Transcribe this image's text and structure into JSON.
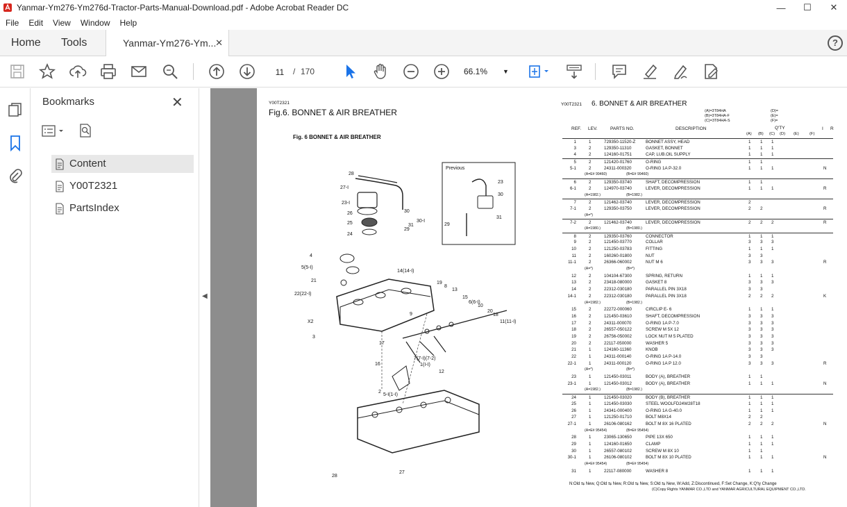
{
  "window": {
    "title": "Yanmar-Ym276-Ym276d-Tractor-Parts-Manual-Download.pdf - Adobe Acrobat Reader DC",
    "controls": [
      "—",
      "☐",
      "✕"
    ]
  },
  "menu": [
    "File",
    "Edit",
    "View",
    "Window",
    "Help"
  ],
  "tabs": {
    "home": "Home",
    "tools": "Tools",
    "document": "Yanmar-Ym276-Ym..."
  },
  "toolbar": {
    "page_current": "11",
    "page_separator": "/",
    "page_total": "170",
    "zoom": "66.1%"
  },
  "bookmarks": {
    "title": "Bookmarks",
    "items": [
      {
        "label": "Content",
        "selected": true
      },
      {
        "label": "Y00T2321",
        "selected": false
      },
      {
        "label": "PartsIndex",
        "selected": false
      }
    ]
  },
  "pdf": {
    "left": {
      "code": "Y00T2321",
      "heading": "Fig.6.  BONNET & AIR BREATHER",
      "fig_caption": "Fig. 6    BONNET & AIR BREATHER",
      "inset_title": "Previous",
      "callouts": [
        "28",
        "27-I",
        "23-I",
        "26",
        "25",
        "24",
        "29",
        "30-I",
        "30",
        "31",
        "4",
        "5(5-I)",
        "21",
        "22(22-I)",
        "X2",
        "3",
        "14(14-I)",
        "19",
        "8",
        "13",
        "15",
        "6(6-I)",
        "10",
        "18",
        "20",
        "11(11-I)",
        "9",
        "17",
        "16",
        "7(7-I)(7-2)",
        "1(I-I)",
        "12",
        "2",
        "5-I(1-I)",
        "28",
        "27",
        "23",
        "30",
        "31",
        "29"
      ]
    },
    "right": {
      "code": "Y00T2321",
      "heading": "6.  BONNET & AIR BREATHER",
      "model_legend": {
        "a": "(A)=3T84HA",
        "b": "(B)=3T84HA-F",
        "c": "(C)=3T84HA-S",
        "d": "(D)=",
        "e": "(E)=",
        "f": "(F)="
      },
      "columns": {
        "ref": "REF.",
        "lev": "LEV.",
        "parts_no": "PARTS NO.",
        "description": "DESCRIPTION",
        "qty": "Q'TY",
        "qa": "(A)",
        "qb": "(B)",
        "qc": "(C)",
        "qd": "(D)",
        "qe": "(E)",
        "qf": "(F)",
        "i": "I",
        "r": "R"
      },
      "rows": [
        {
          "ref": "1",
          "lev": "1",
          "pn": "729350-11520-Z",
          "desc": "BONNET ASSY, HEAD",
          "a": "1",
          "b": "1",
          "c": "1",
          "flag": "",
          "top": true
        },
        {
          "ref": "3",
          "lev": "2",
          "pn": "129350-11310",
          "desc": "GASKET, BONNET",
          "a": "1",
          "b": "1",
          "c": "1",
          "flag": ""
        },
        {
          "ref": "4",
          "lev": "2",
          "pn": "124160-01751",
          "desc": "CAP, LUB.OIL SUPPLY",
          "a": "1",
          "b": "1",
          "c": "1",
          "flag": ""
        },
        {
          "ref": "5",
          "lev": "2",
          "pn": "121420-01760",
          "desc": "O-RING",
          "a": "1",
          "b": "1",
          "c": "",
          "flag": "",
          "top": true
        },
        {
          "ref": "5-1",
          "lev": "2",
          "pn": "24311-000320",
          "desc": "O-RING 1A P-32.0",
          "a": "1",
          "b": "1",
          "c": "1",
          "flag": "N"
        },
        {
          "ref": "",
          "lev": "",
          "pn": "(A=E# 99460)",
          "desc": "(B=E# 99460)",
          "a": "",
          "b": "",
          "c": "",
          "flag": "",
          "note": true
        },
        {
          "ref": "6",
          "lev": "2",
          "pn": "129350-03740",
          "desc": "SHAFT, DECOMPRESSION",
          "a": "1",
          "b": "1",
          "c": "",
          "flag": "",
          "top": true
        },
        {
          "ref": "6-1",
          "lev": "2",
          "pn": "124970-03740",
          "desc": "LEVER, DECOMPRESSION",
          "a": "1",
          "b": "1",
          "c": "1",
          "flag": "R"
        },
        {
          "ref": "",
          "lev": "",
          "pn": "(A=1982.)",
          "desc": "(B=1982.)",
          "a": "",
          "b": "",
          "c": "",
          "flag": "",
          "note": true
        },
        {
          "ref": "7",
          "lev": "2",
          "pn": "121462-03740",
          "desc": "LEVER, DECOMPRESSION",
          "a": "2",
          "b": "",
          "c": "",
          "flag": "",
          "top": true
        },
        {
          "ref": "7-1",
          "lev": "2",
          "pn": "129350-03750",
          "desc": "LEVER, DECOMPRESSION",
          "a": "2",
          "b": "2",
          "c": "",
          "flag": "R"
        },
        {
          "ref": "",
          "lev": "",
          "pn": "(A=*)",
          "desc": "",
          "a": "",
          "b": "",
          "c": "",
          "flag": "",
          "note": true
        },
        {
          "ref": "7-2",
          "lev": "2",
          "pn": "121462-03740",
          "desc": "LEVER, DECOMPRESSION",
          "a": "2",
          "b": "2",
          "c": "2",
          "flag": "R",
          "top": true
        },
        {
          "ref": "",
          "lev": "",
          "pn": "(A=1980.)",
          "desc": "(B=1980.)",
          "a": "",
          "b": "",
          "c": "",
          "flag": "",
          "note": true
        },
        {
          "ref": "8",
          "lev": "2",
          "pn": "129350-03760",
          "desc": "CONNECTOR",
          "a": "1",
          "b": "1",
          "c": "1",
          "flag": "",
          "top": true
        },
        {
          "ref": "9",
          "lev": "2",
          "pn": "121450-03770",
          "desc": "COLLAR",
          "a": "3",
          "b": "3",
          "c": "3",
          "flag": ""
        },
        {
          "ref": "10",
          "lev": "2",
          "pn": "121250-03783",
          "desc": "FITTING",
          "a": "1",
          "b": "1",
          "c": "1",
          "flag": ""
        },
        {
          "ref": "11",
          "lev": "2",
          "pn": "160260-01800",
          "desc": "NUT",
          "a": "3",
          "b": "3",
          "c": "",
          "flag": ""
        },
        {
          "ref": "11-1",
          "lev": "2",
          "pn": "26366-060002",
          "desc": "NUT M 6",
          "a": "3",
          "b": "3",
          "c": "3",
          "flag": "R"
        },
        {
          "ref": "",
          "lev": "",
          "pn": "(A=*)",
          "desc": "(B=*)",
          "a": "",
          "b": "",
          "c": "",
          "flag": "",
          "note": true
        },
        {
          "ref": "12",
          "lev": "2",
          "pn": "104104-67300",
          "desc": "SPRING, RETURN",
          "a": "1",
          "b": "1",
          "c": "1",
          "flag": ""
        },
        {
          "ref": "13",
          "lev": "2",
          "pn": "23418-080000",
          "desc": "GASKET 8",
          "a": "3",
          "b": "3",
          "c": "3",
          "flag": ""
        },
        {
          "ref": "14",
          "lev": "2",
          "pn": "22312-030180",
          "desc": "PARALLEL PIN 3X18",
          "a": "3",
          "b": "3",
          "c": "",
          "flag": ""
        },
        {
          "ref": "14-1",
          "lev": "2",
          "pn": "22312-030180",
          "desc": "PARALLEL PIN 3X18",
          "a": "2",
          "b": "2",
          "c": "2",
          "flag": "K"
        },
        {
          "ref": "",
          "lev": "",
          "pn": "(A=1982.)",
          "desc": "(B=1982.)",
          "a": "",
          "b": "",
          "c": "",
          "flag": "",
          "note": true
        },
        {
          "ref": "15",
          "lev": "2",
          "pn": "22272-000060",
          "desc": "CIRCLIP E- 6",
          "a": "1",
          "b": "1",
          "c": "1",
          "flag": ""
        },
        {
          "ref": "16",
          "lev": "2",
          "pn": "121450-03610",
          "desc": "SHAFT, DECOMPRESSION",
          "a": "3",
          "b": "3",
          "c": "3",
          "flag": ""
        },
        {
          "ref": "17",
          "lev": "2",
          "pn": "24311-000070",
          "desc": "O-RING 1A P-7.0",
          "a": "3",
          "b": "3",
          "c": "3",
          "flag": ""
        },
        {
          "ref": "18",
          "lev": "2",
          "pn": "26557-050122",
          "desc": "SCREW M 5X 12",
          "a": "3",
          "b": "3",
          "c": "3",
          "flag": ""
        },
        {
          "ref": "19",
          "lev": "2",
          "pn": "26756-050002",
          "desc": "LOCK NUT M 5 PLATED",
          "a": "3",
          "b": "3",
          "c": "3",
          "flag": ""
        },
        {
          "ref": "20",
          "lev": "2",
          "pn": "22117-050000",
          "desc": "WASHER  5",
          "a": "3",
          "b": "3",
          "c": "3",
          "flag": ""
        },
        {
          "ref": "21",
          "lev": "1",
          "pn": "124160-11360",
          "desc": "KNOB",
          "a": "3",
          "b": "3",
          "c": "3",
          "flag": ""
        },
        {
          "ref": "22",
          "lev": "1",
          "pn": "24311-000140",
          "desc": "O-RING 1A P-14.0",
          "a": "3",
          "b": "3",
          "c": "",
          "flag": ""
        },
        {
          "ref": "22-1",
          "lev": "1",
          "pn": "24311-000120",
          "desc": "O-RING 1A P 12.0",
          "a": "3",
          "b": "3",
          "c": "3",
          "flag": "R"
        },
        {
          "ref": "",
          "lev": "",
          "pn": "(A=*)",
          "desc": "(B=*)",
          "a": "",
          "b": "",
          "c": "",
          "flag": "",
          "note": true
        },
        {
          "ref": "23",
          "lev": "1",
          "pn": "121450-03011",
          "desc": "BODY (A), BREATHER",
          "a": "1",
          "b": "1",
          "c": "",
          "flag": ""
        },
        {
          "ref": "23-1",
          "lev": "1",
          "pn": "121450-03012",
          "desc": "BODY (A), BREATHER",
          "a": "1",
          "b": "1",
          "c": "1",
          "flag": "N"
        },
        {
          "ref": "",
          "lev": "",
          "pn": "(A=1982.)",
          "desc": "(B=1982.)",
          "a": "",
          "b": "",
          "c": "",
          "flag": "",
          "note": true
        },
        {
          "ref": "24",
          "lev": "1",
          "pn": "121450-03020",
          "desc": "BODY (B), BREATHER",
          "a": "1",
          "b": "1",
          "c": "1",
          "flag": "",
          "top": true
        },
        {
          "ref": "25",
          "lev": "1",
          "pn": "121450-03030",
          "desc": "STEEL WOOLFD24W28T18",
          "a": "1",
          "b": "1",
          "c": "1",
          "flag": ""
        },
        {
          "ref": "26",
          "lev": "1",
          "pn": "24341-000400",
          "desc": "O-RING 1A G-40.0",
          "a": "1",
          "b": "1",
          "c": "1",
          "flag": ""
        },
        {
          "ref": "27",
          "lev": "1",
          "pn": "121250-01710",
          "desc": "BOLT M8X14",
          "a": "2",
          "b": "2",
          "c": "",
          "flag": ""
        },
        {
          "ref": "27-1",
          "lev": "1",
          "pn": "26106-080162",
          "desc": "BOLT M 8X 16 PLATED",
          "a": "2",
          "b": "2",
          "c": "2",
          "flag": "N"
        },
        {
          "ref": "",
          "lev": "",
          "pn": "(A=E# 95454)",
          "desc": "(B=E# 95454)",
          "a": "",
          "b": "",
          "c": "",
          "flag": "",
          "note": true
        },
        {
          "ref": "28",
          "lev": "1",
          "pn": "23065-130650",
          "desc": "PIPE 13X 650",
          "a": "1",
          "b": "1",
          "c": "1",
          "flag": ""
        },
        {
          "ref": "29",
          "lev": "1",
          "pn": "124160-01650",
          "desc": "CLAMP",
          "a": "1",
          "b": "1",
          "c": "1",
          "flag": ""
        },
        {
          "ref": "30",
          "lev": "1",
          "pn": "26557-080102",
          "desc": "SCREW M 8X 10",
          "a": "1",
          "b": "1",
          "c": "",
          "flag": ""
        },
        {
          "ref": "30-1",
          "lev": "1",
          "pn": "26106-080102",
          "desc": "BOLT M 8X 10 PLATED",
          "a": "1",
          "b": "1",
          "c": "1",
          "flag": "N"
        },
        {
          "ref": "",
          "lev": "",
          "pn": "(A=E# 95454)",
          "desc": "(B=E# 95454)",
          "a": "",
          "b": "",
          "c": "",
          "flag": "",
          "note": true
        },
        {
          "ref": "31",
          "lev": "1",
          "pn": "22117-080000",
          "desc": "WASHER  8",
          "a": "1",
          "b": "1",
          "c": "1",
          "flag": ""
        }
      ],
      "footer_legend": "N:Old ⇆ New,  Q:Old ⇆ New,  R:Old ⇆ New,  S:Old ⇆ New,  W:Add,  Z:Discontinued,  F:Set Change,  K:Q'ty Change",
      "copyright": "(C)Copy Rights  YANMAR CO.,LTD and YANMAR AGRICULTURAL EQUIPMENT CO.,LTD."
    }
  },
  "colors": {
    "accent": "#1a73e8",
    "doc_background": "#8d8d8d",
    "tab_bar": "#f4f4f4",
    "selected_bookmark": "#e8e8e8"
  }
}
